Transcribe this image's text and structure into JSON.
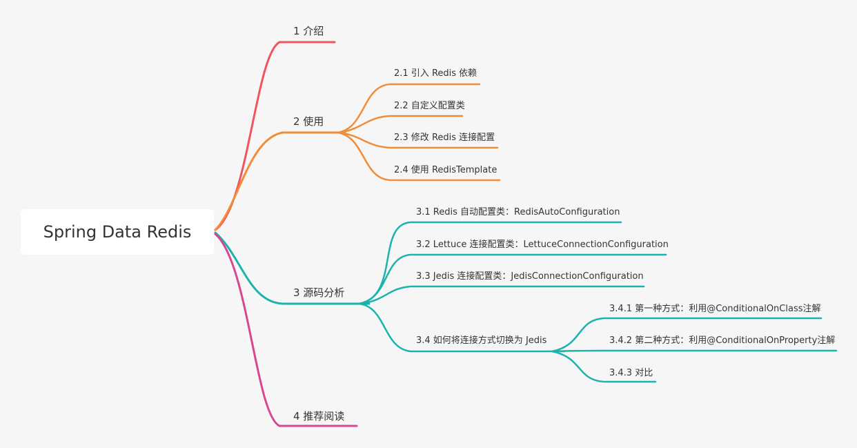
{
  "root": {
    "label": "Spring Data Redis"
  },
  "branches": [
    {
      "label": "1 介绍",
      "color": "#f0545f"
    },
    {
      "label": "2 使用",
      "color": "#f28c38",
      "children": [
        {
          "label": "2.1 引入 Redis 依赖"
        },
        {
          "label": "2.2 自定义配置类"
        },
        {
          "label": "2.3 修改 Redis 连接配置"
        },
        {
          "label": "2.4 使用 RedisTemplate"
        }
      ]
    },
    {
      "label": "3 源码分析",
      "color": "#1ab3ad",
      "children": [
        {
          "label": "3.1 Redis 自动配置类：RedisAutoConfiguration"
        },
        {
          "label": "3.2 Lettuce 连接配置类：LettuceConnectionConfiguration"
        },
        {
          "label": "3.3 Jedis 连接配置类：JedisConnectionConfiguration"
        },
        {
          "label": "3.4 如何将连接方式切换为 Jedis",
          "children": [
            {
              "label": "3.4.1 第一种方式：利用@ConditionalOnClass注解"
            },
            {
              "label": "3.4.2 第二种方式：利用@ConditionalOnProperty注解"
            },
            {
              "label": "3.4.3 对比"
            }
          ]
        }
      ]
    },
    {
      "label": "4 推荐阅读",
      "color": "#d84693"
    }
  ]
}
